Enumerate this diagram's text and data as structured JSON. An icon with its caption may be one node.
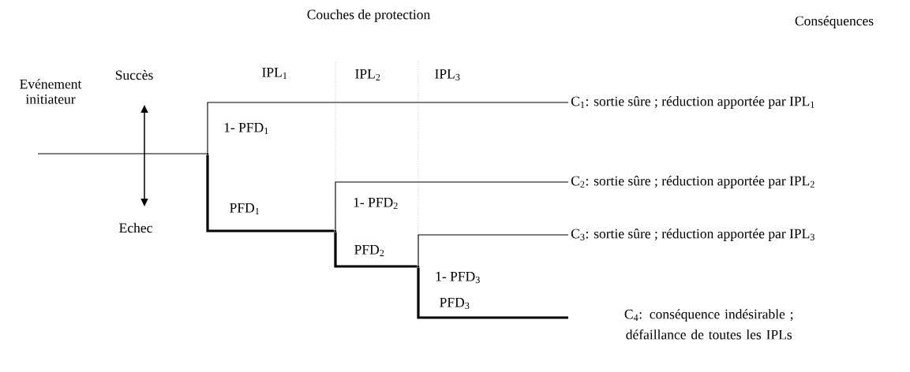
{
  "diagram": {
    "nodes": [
      {
        "text": [],
        "shape": "point"
      },
      {
        "text": [
          "C$_{1}$: sortie sûre ; réduction apportée par  IPL$_{1}$"
        ]
      },
      {
        "text": [],
        "shape": "point"
      },
      {
        "text": [
          "C$_{2}$: sortie sûre ; réduction apportée par  IPL$_{2}$"
        ]
      },
      {
        "text": [],
        "shape": "point"
      },
      {
        "text": [
          "C$_{3}$: sortie sûre ; réduction apportée par  IPL$_{3}$"
        ]
      },
      {
        "text": [
          "C$_{4}$: conséquence indésirable ; défaillance de  toutes les IPLs"
        ]
      }
    ],
    "edges": [
      {
        "from": null,
        "to": 0,
        "arrow": "none"
      },
      {
        "from": 0,
        "to": 1,
        "arrow": "none",
        "label": "1- PFD$_{1}$"
      },
      {
        "from": 0,
        "to": 2,
        "arrow": "none",
        "label": "PFD$_{1}$",
        "style": "thick"
      },
      {
        "from": 2,
        "to": 3,
        "arrow": "none",
        "label": "1- PFD$_{2}$"
      },
      {
        "from": 2,
        "to": 4,
        "arrow": "none",
        "label": "PFD$_{2}$",
        "style": "thick"
      },
      {
        "from": 4,
        "to": 5,
        "arrow": "none",
        "label": "1- PFD$_{3}$"
      },
      {
        "from": 4,
        "to": 6,
        "arrow": "none",
        "label": "PFD$_{3}$",
        "style": "thick"
      }
    ],
    "labels": [
      "Couches de protection",
      "Conséquences",
      "Succès",
      "IPL$_{1}$",
      "IPL$_{2}$",
      "IPL$_{3}$",
      "Evénement initiateur",
      "Echec"
    ]
  }
}
